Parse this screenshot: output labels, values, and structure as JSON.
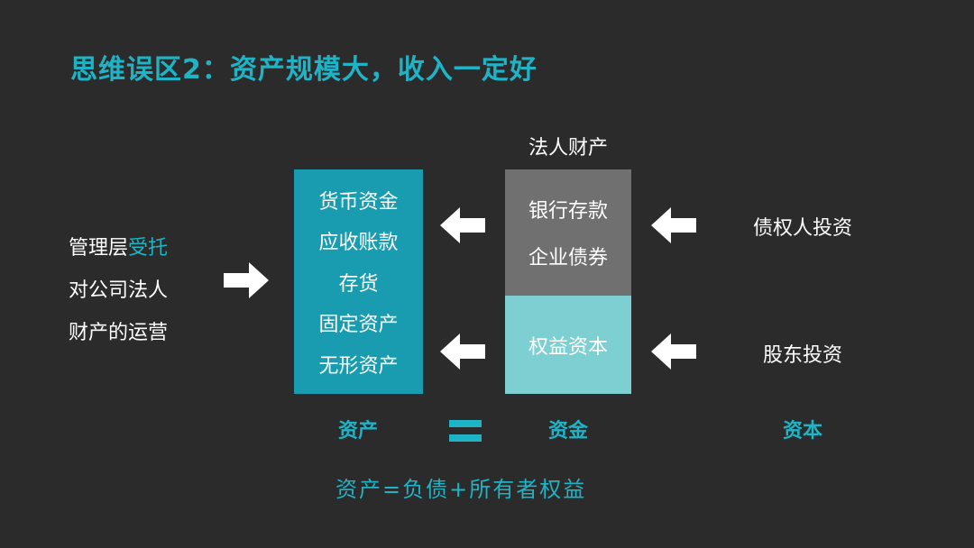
{
  "title": "思维误区2：资产规模大，收入一定好",
  "management": {
    "line1_a": "管理层",
    "line1_b": "受托",
    "line2": "对公司法人",
    "line3": "财产的运营"
  },
  "assets_items": [
    "货币资金",
    "应收账款",
    "存货",
    "固定资产",
    "无形资产"
  ],
  "legal_property_label": "法人财产",
  "debt_items": [
    "银行存款",
    "企业债券"
  ],
  "equity_label": "权益资本",
  "sources": {
    "creditor": "债权人投资",
    "shareholder": "股东投资"
  },
  "bottom": {
    "assets": "资产",
    "funds": "资金",
    "capital": "资本"
  },
  "formula": "资产=负债+所有者权益",
  "colors": {
    "background": "#2b2b2b",
    "accent": "#1fb3c6",
    "assets_box": "#1a9cb0",
    "debt_box": "#707070",
    "equity_box": "#7dcfd2"
  }
}
